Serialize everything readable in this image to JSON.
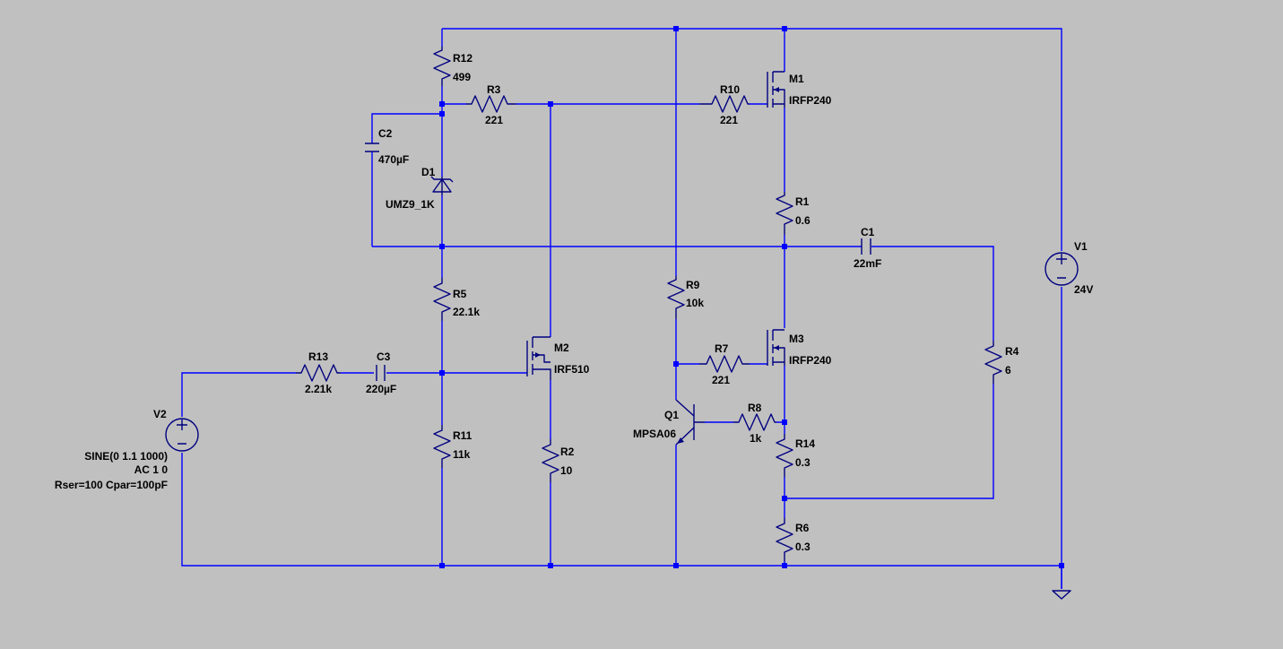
{
  "colors": {
    "background": "#c0c0c0",
    "wire": "#0000ff",
    "component": "#000080",
    "label": "#000000"
  },
  "components": {
    "R12": {
      "name": "R12",
      "value": "499"
    },
    "R3": {
      "name": "R3",
      "value": "221"
    },
    "R10": {
      "name": "R10",
      "value": "221"
    },
    "M1": {
      "name": "M1",
      "value": "IRFP240"
    },
    "C2": {
      "name": "C2",
      "value": "470µF"
    },
    "D1": {
      "name": "D1",
      "value": "UMZ9_1K"
    },
    "R1": {
      "name": "R1",
      "value": "0.6"
    },
    "C1": {
      "name": "C1",
      "value": "22mF"
    },
    "V1": {
      "name": "V1",
      "value": "24V"
    },
    "R5": {
      "name": "R5",
      "value": "22.1k"
    },
    "R9": {
      "name": "R9",
      "value": "10k"
    },
    "M2": {
      "name": "M2",
      "value": "IRF510"
    },
    "M3": {
      "name": "M3",
      "value": "IRFP240"
    },
    "R7": {
      "name": "R7",
      "value": "221"
    },
    "R4": {
      "name": "R4",
      "value": "6"
    },
    "R13": {
      "name": "R13",
      "value": "2.21k"
    },
    "C3": {
      "name": "C3",
      "value": "220µF"
    },
    "V2": {
      "name": "V2",
      "line1": "SINE(0 1.1 1000)",
      "line2": "AC 1 0",
      "line3": "Rser=100 Cpar=100pF"
    },
    "Q1": {
      "name": "Q1",
      "value": "MPSA06"
    },
    "R8": {
      "name": "R8",
      "value": "1k"
    },
    "R14": {
      "name": "R14",
      "value": "0.3"
    },
    "R11": {
      "name": "R11",
      "value": "11k"
    },
    "R2": {
      "name": "R2",
      "value": "10"
    },
    "R6": {
      "name": "R6",
      "value": "0.3"
    }
  }
}
